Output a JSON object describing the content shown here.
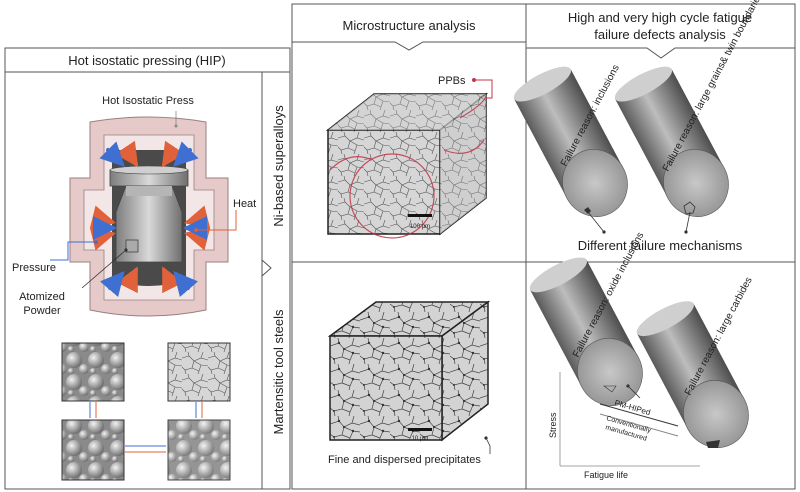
{
  "headers": {
    "hip": "Hot isostatic pressing (HIP)",
    "micro": "Microstructure analysis",
    "fatigue_line1": "High and very high cycle fatigue",
    "fatigue_line2": "failure defects analysis"
  },
  "rows": {
    "row1": "Ni-based superalloys",
    "row2": "Martensitic tool steels"
  },
  "hip": {
    "press_label": "Hot Isostatic Press",
    "heat_label": "Heat",
    "pressure_label": "Pressure",
    "powder_line1": "Atomized",
    "powder_line2": "Powder"
  },
  "micro": {
    "ppbs_label": "PPBs",
    "scale1": "100 μm",
    "scale2": "10 μm",
    "precip_label": "Fine and dispersed precipitates"
  },
  "fatigue": {
    "s1_reason": "Failure reason: inclusions",
    "s2_reason": "Failure reason: large grains& twin boundaries",
    "mech_label": "Different failure mechanisms",
    "s3_reason": "Failure reason: oxide inclusions",
    "s4_reason": "Failure reason: large carbides",
    "pm_label": "PM-HIPed",
    "conv_line1": "Conventionally",
    "conv_line2": "manufactured",
    "stress_axis": "Stress",
    "life_axis": "Fatigue life"
  },
  "colors": {
    "heat_arrow": "#e0613a",
    "pressure_arrow": "#3f6fd1",
    "vessel": "#e6c9c9",
    "ppb_line": "#c4344a"
  }
}
